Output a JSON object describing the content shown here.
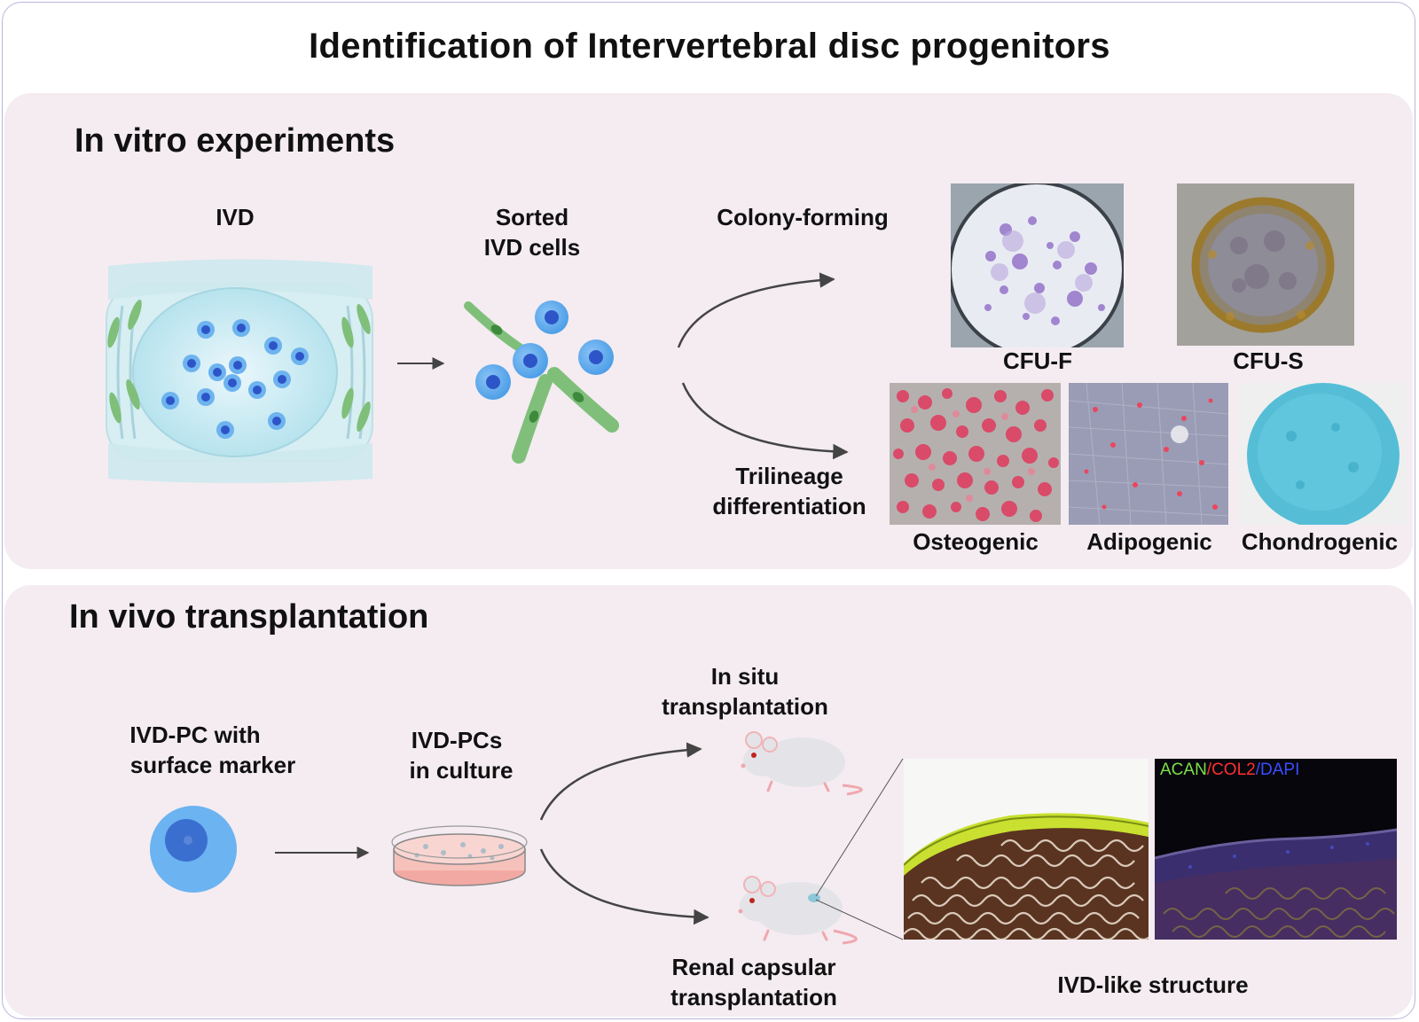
{
  "title": "Identification of Intervertebral disc progenitors",
  "in_vitro": {
    "heading": "In vitro experiments",
    "ivd_label": "IVD",
    "sorted_line1": "Sorted",
    "sorted_line2": "IVD cells",
    "colony_forming": "Colony-forming",
    "trilineage_line1": "Trilineage",
    "trilineage_line2": "differentiation",
    "cfu_f": "CFU-F",
    "cfu_s": "CFU-S",
    "osteogenic": "Osteogenic",
    "adipogenic": "Adipogenic",
    "chondrogenic": "Chondrogenic"
  },
  "in_vivo": {
    "heading": "In vivo transplantation",
    "pc_line1": "IVD-PC with",
    "pc_line2": "surface marker",
    "culture_line1": "IVD-PCs",
    "culture_line2": "in culture",
    "in_situ_line1": "In situ",
    "in_situ_line2": "transplantation",
    "renal_line1": "Renal capsular",
    "renal_line2": "transplantation",
    "ivd_like": "IVD-like structure",
    "stain_acan": "ACAN",
    "stain_col2": "COL2",
    "stain_dapi": "DAPI",
    "stain_sep": "/"
  },
  "colors": {
    "panel_bg": "#f4ecf1",
    "cell_blue": "#5aa7ec",
    "nucleus_blue": "#2d55c8",
    "spindle_green": "#7fbf7a",
    "arrow": "#444444",
    "acan_green": "#7be04a",
    "col2_red": "#ff3030",
    "dapi_blue": "#3a4dff"
  }
}
